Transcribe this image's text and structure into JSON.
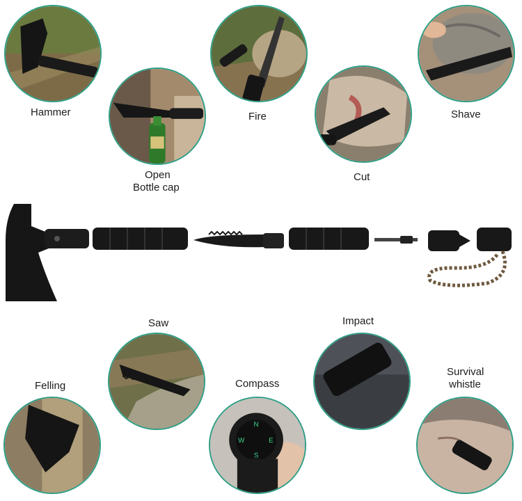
{
  "features": {
    "hammer": "Hammer",
    "fire": "Fire",
    "shave": "Shave",
    "open_line1": "Open",
    "open_line2": "Bottle cap",
    "cut": "Cut",
    "saw": "Saw",
    "impact": "Impact",
    "felling": "Felling",
    "compass": "Compass",
    "whistle_line1": "Survival",
    "whistle_line2": "whistle"
  },
  "compass_letters": [
    "N",
    "E",
    "S",
    "W"
  ],
  "colors": {
    "circle_border": "#2f9e86",
    "tool_black": "#161616",
    "grass": "#5f6b3a",
    "wood": "#b9a27c"
  }
}
